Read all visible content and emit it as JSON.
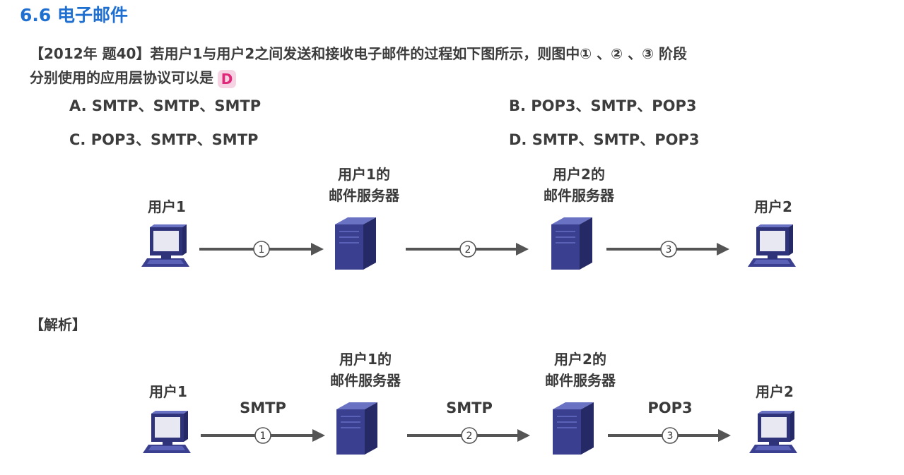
{
  "header": {
    "title": "6.6 电子邮件"
  },
  "question": {
    "line1": "【2012年 题40】若用户1与用户2之间发送和接收电子邮件的过程如下图所示，则图中① 、② 、③  阶段",
    "line2": "分别使用的应用层协议可以是",
    "answer": "D"
  },
  "options": {
    "a": "A. SMTP、SMTP、SMTP",
    "b": "B. POP3、SMTP、POP3",
    "c": "C. POP3、SMTP、SMTP",
    "d": "D. SMTP、SMTP、POP3"
  },
  "diagram": {
    "user1": "用户1",
    "server1_l1": "用户1的",
    "server1_l2": "邮件服务器",
    "server2_l1": "用户2的",
    "server2_l2": "邮件服务器",
    "user2": "用户2",
    "step1": "1",
    "step2": "2",
    "step3": "3"
  },
  "analysis": {
    "heading": "【解析】",
    "proto1": "SMTP",
    "proto2": "SMTP",
    "proto3": "POP3"
  },
  "colors": {
    "title": "#1f6fd1",
    "arrow": "#555555",
    "server": "#3a3f8f",
    "answer_bg": "#f6d3e3",
    "answer_fg": "#e0287a"
  }
}
